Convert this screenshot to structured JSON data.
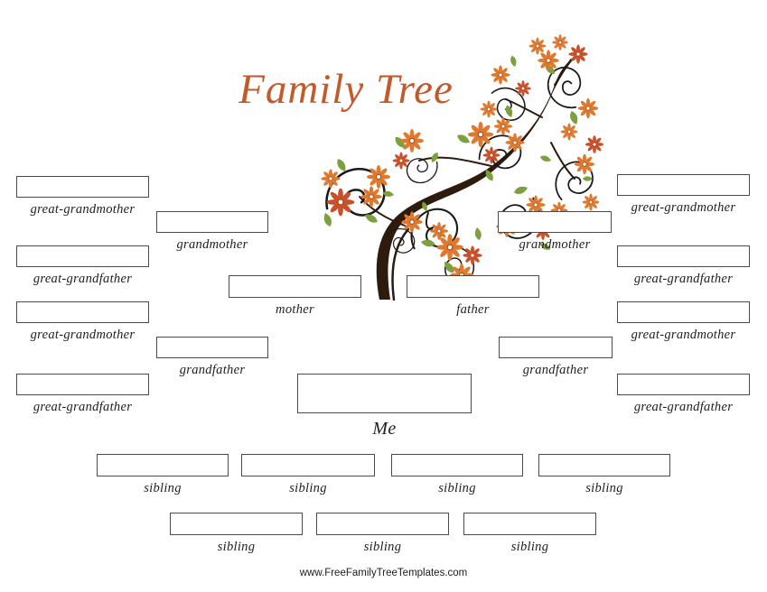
{
  "page": {
    "title": "Family Tree",
    "footer_url": "www.FreeFamilyTreeTemplates.com"
  },
  "colors": {
    "title_orange": "#c25a2b",
    "box_border": "#4a4a4a",
    "label_text": "#1e1e1e",
    "flower_orange": "#de7930",
    "flower_red": "#c8502a",
    "leaf_green": "#7ca03e",
    "branch_brown": "#2f1b0e",
    "swirl_black": "#1a1a1a"
  },
  "icons": {
    "decoration": "flowering-swirl-tree"
  },
  "nodes": {
    "left_great_grandmother_1": "great-grandmother",
    "left_great_grandfather_1": "great-grandfather",
    "left_great_grandmother_2": "great-grandmother",
    "left_great_grandfather_2": "great-grandfather",
    "left_grandmother": "grandmother",
    "left_grandfather": "grandfather",
    "mother": "mother",
    "father": "father",
    "right_grandmother": "grandmother",
    "right_grandfather": "grandfather",
    "right_great_grandmother_1": "great-grandmother",
    "right_great_grandfather_1": "great-grandfather",
    "right_great_grandmother_2": "great-grandmother",
    "right_great_grandfather_2": "great-grandfather",
    "me": "Me",
    "siblings_row1": [
      "sibling",
      "sibling",
      "sibling",
      "sibling"
    ],
    "siblings_row2": [
      "sibling",
      "sibling",
      "sibling"
    ]
  }
}
